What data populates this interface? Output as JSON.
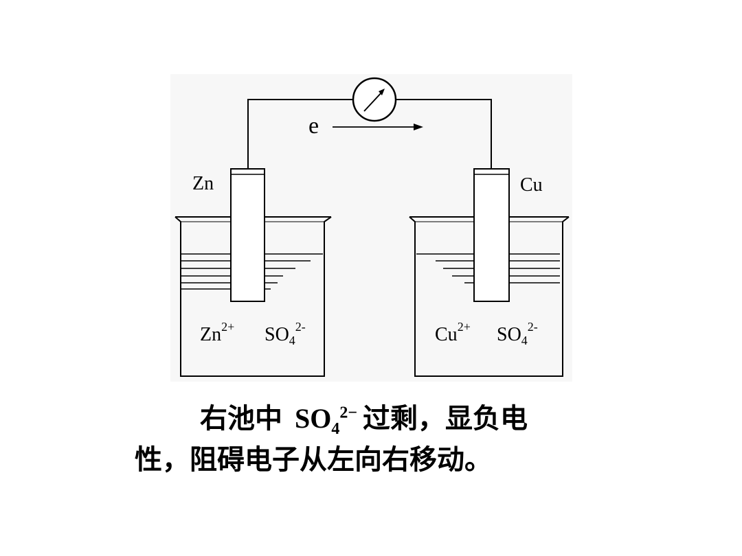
{
  "diagram": {
    "electron_label": "e",
    "left_electrode": "Zn",
    "right_electrode": "Cu",
    "left_ions": {
      "cation": {
        "base": "Zn",
        "charge": "2+"
      },
      "anion": {
        "base": "SO",
        "sub": "4",
        "charge": "2-"
      }
    },
    "right_ions": {
      "cation": {
        "base": "Cu",
        "charge": "2+"
      },
      "anion": {
        "base": "SO",
        "sub": "4",
        "charge": "2-"
      }
    }
  },
  "caption": {
    "line1_before": "右池中",
    "formula_base": "SO",
    "formula_sub": "4",
    "formula_sup": "2−",
    "line1_after": "过剩，显负电",
    "line2": "性，阻碍电子从左向右移动。"
  }
}
